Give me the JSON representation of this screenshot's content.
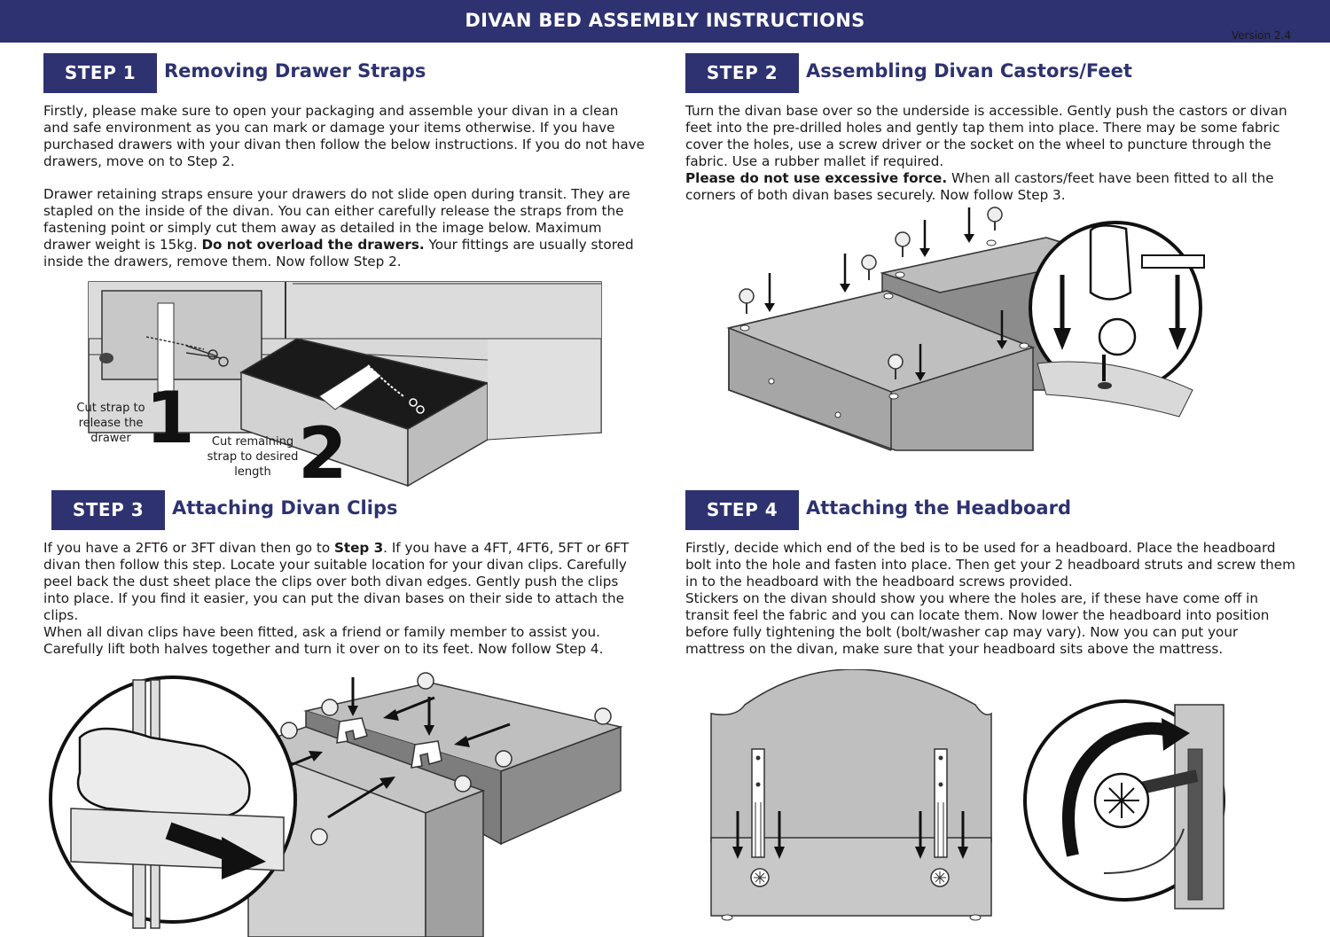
{
  "header": {
    "title": "DIVAN BED ASSEMBLY INSTRUCTIONS",
    "version": "Version 2.4"
  },
  "steps": [
    {
      "badge": "STEP 1",
      "heading": "Removing Drawer Straps",
      "p1": "Firstly, please make sure to open your packaging and assemble your divan in a clean and safe environment as you can mark or damage your items otherwise. If you have purchased drawers with your divan then follow the below instructions. If you do not have drawers, move on to Step 2.",
      "p2_a": "Drawer retaining straps ensure your drawers do not slide open during transit. They are stapled on the inside of the divan. You can either carefully release the straps from the fastening point or simply cut them away as detailed in the image below. Maximum drawer weight is 15kg. ",
      "p2_bold": "Do not overload the drawers.",
      "p2_b": " Your fittings are usually stored inside the drawers, remove them. Now follow Step 2.",
      "label_1": "Cut strap to release the drawer",
      "num_1": "1",
      "label_2": "Cut remaining strap to desired length",
      "num_2": "2"
    },
    {
      "badge": "STEP 2",
      "heading": "Assembling Divan Castors/Feet",
      "p1": "Turn the divan base over so the underside is accessible. Gently push the castors or divan feet into the pre-drilled holes and gently tap them into place. There may be some fabric cover the holes, use a screw driver or the socket on the wheel to puncture through the fabric. Use a rubber mallet if required.",
      "p2_bold": "Please do not use excessive force.",
      "p2_a": " When all castors/feet have been fitted to all the corners of both divan bases securely. Now follow Step 3."
    },
    {
      "badge": "STEP 3",
      "heading": "Attaching Divan Clips",
      "p1_a": "If you have a 2FT6 or 3FT divan then go to ",
      "p1_bold": "Step 3",
      "p1_b": ". If you have a 4FT, 4FT6, 5FT or 6FT divan then follow this step. Locate your suitable location for your divan clips. Carefully peel back the dust sheet place the clips over both divan edges. Gently push the clips into place. If you find it easier, you can put the divan bases on their side to attach the clips.",
      "p2": "When all divan clips have been fitted, ask a friend or family member to assist you. Carefully lift both halves together and turn it over on to its feet. Now follow Step 4."
    },
    {
      "badge": "STEP 4",
      "heading": "Attaching the Headboard",
      "p1": "Firstly, decide which end of the bed is to be used for a headboard. Place the headboard bolt into the hole and fasten into place. Then get your 2 headboard struts and screw them in to the headboard with the headboard screws provided.",
      "p2": "Stickers on the divan should show you where the holes are, if these have come off in transit feel the fabric and you can locate them. Now lower the headboard into position before fully tightening the bolt (bolt/washer cap may vary). Now you can put your mattress on the divan, make sure that your headboard sits above the mattress."
    }
  ],
  "colors": {
    "navy": "#2e3270",
    "grey_base": "#a6a6a6",
    "grey_light": "#d9d9d9"
  }
}
